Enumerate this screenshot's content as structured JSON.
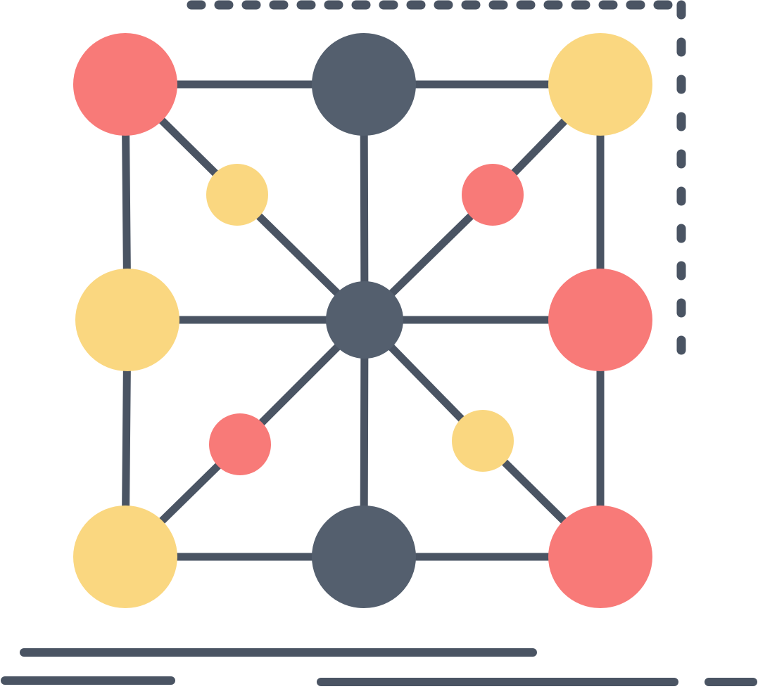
{
  "diagram": {
    "kind": "network-graph-icon",
    "colors": {
      "background": "#ffffff",
      "edge": "#4a5463",
      "node_dark": "#545f6e",
      "node_red": "#f87a78",
      "node_yellow": "#fad780",
      "frame_dots": "#4a5463",
      "baselines": "#4a5463"
    },
    "nodes": [
      {
        "id": "top-left",
        "color": "red",
        "size": "large"
      },
      {
        "id": "top-center",
        "color": "dark",
        "size": "large"
      },
      {
        "id": "top-right",
        "color": "yellow",
        "size": "large"
      },
      {
        "id": "middle-left",
        "color": "yellow",
        "size": "large"
      },
      {
        "id": "center",
        "color": "dark",
        "size": "medium"
      },
      {
        "id": "middle-right",
        "color": "red",
        "size": "large"
      },
      {
        "id": "bottom-left",
        "color": "yellow",
        "size": "large"
      },
      {
        "id": "bottom-center",
        "color": "dark",
        "size": "large"
      },
      {
        "id": "bottom-right",
        "color": "red",
        "size": "large"
      },
      {
        "id": "diag-upper-left",
        "color": "yellow",
        "size": "small"
      },
      {
        "id": "diag-upper-right",
        "color": "red",
        "size": "small"
      },
      {
        "id": "diag-lower-left",
        "color": "red",
        "size": "small"
      },
      {
        "id": "diag-lower-right",
        "color": "yellow",
        "size": "small"
      }
    ],
    "edges": [
      [
        "top-left",
        "top-center"
      ],
      [
        "top-center",
        "top-right"
      ],
      [
        "middle-left",
        "center"
      ],
      [
        "center",
        "middle-right"
      ],
      [
        "bottom-left",
        "bottom-center"
      ],
      [
        "bottom-center",
        "bottom-right"
      ],
      [
        "top-left",
        "middle-left"
      ],
      [
        "middle-left",
        "bottom-left"
      ],
      [
        "top-center",
        "center"
      ],
      [
        "center",
        "bottom-center"
      ],
      [
        "top-right",
        "middle-right"
      ],
      [
        "middle-right",
        "bottom-right"
      ],
      [
        "top-left",
        "diag-upper-left"
      ],
      [
        "diag-upper-left",
        "center"
      ],
      [
        "top-right",
        "diag-upper-right"
      ],
      [
        "diag-upper-right",
        "center"
      ],
      [
        "bottom-left",
        "diag-lower-left"
      ],
      [
        "diag-lower-left",
        "center"
      ],
      [
        "bottom-right",
        "diag-lower-right"
      ],
      [
        "diag-lower-right",
        "center"
      ]
    ],
    "frame": {
      "style": "dotted",
      "corner": "top-right"
    },
    "baselines": {
      "count": 4,
      "style": "solid-rounded"
    }
  }
}
